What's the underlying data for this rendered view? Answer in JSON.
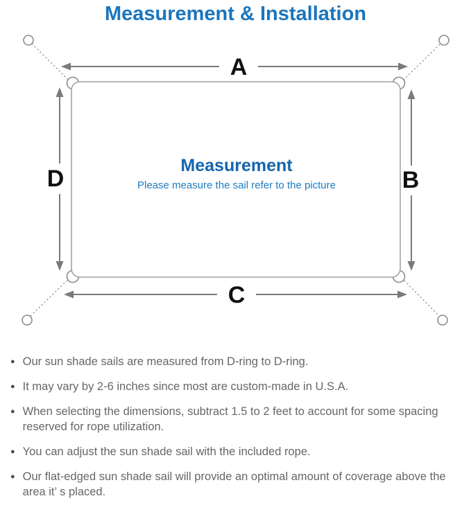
{
  "title": {
    "text": "Measurement & Installation",
    "color": "#1b75bc"
  },
  "diagram": {
    "labels": {
      "top": "A",
      "right": "B",
      "bottom": "C",
      "left": "D"
    },
    "center": {
      "heading": "Measurement",
      "subheading": "Please measure the sail refer to the picture",
      "heading_color": "#1565ad",
      "subheading_color": "#1e7cc0"
    },
    "colors": {
      "outline": "#a3a3a3",
      "arrow": "#7a7a7a",
      "label": "#111111",
      "anchor_stroke": "#8c8c8c"
    }
  },
  "notes": {
    "text_color": "#666666",
    "items": [
      "Our sun shade sails are measured from D-ring to D-ring.",
      "It may vary by 2-6 inches since most are custom-made in U.S.A.",
      "When selecting the dimensions, subtract 1.5 to 2 feet to account for some spacing reserved for rope utilization.",
      "You can adjust the sun shade sail with the included rope.",
      "Our flat-edged sun shade sail will provide an optimal amount of coverage above the area it’ s placed."
    ]
  }
}
